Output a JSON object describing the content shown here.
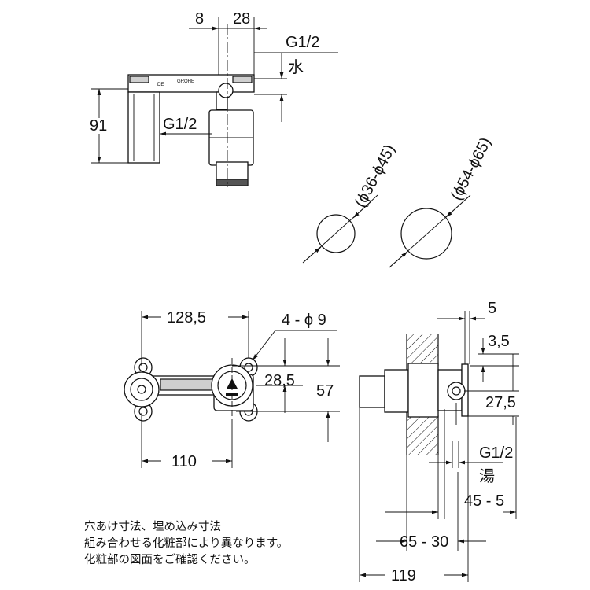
{
  "dims": {
    "top_8": "8",
    "top_28": "28",
    "top_g12_cold": "G1/2",
    "water_label": "水",
    "h91": "91",
    "left_g12": "G1/2",
    "rosette_small": "(ϕ36-ϕ45)",
    "rosette_large": "(ϕ54-ϕ65)",
    "w128_5": "128,5",
    "holes": "4 - ϕ 9",
    "h28_5": "28,5",
    "h57": "57",
    "w110": "110",
    "side_5": "5",
    "side_3_5": "3,5",
    "side_27_5": "27,5",
    "hot_g12": "G1/2",
    "hot_label": "湯",
    "d45_5": "45 - 5",
    "d65_30": "65 - 30",
    "d119": "119"
  },
  "note": {
    "line1": "穴あけ寸法、埋め込み寸法",
    "line2": "組み合わせる化粧部により異なります。",
    "line3": "化粧部の図面をご確認ください。"
  }
}
